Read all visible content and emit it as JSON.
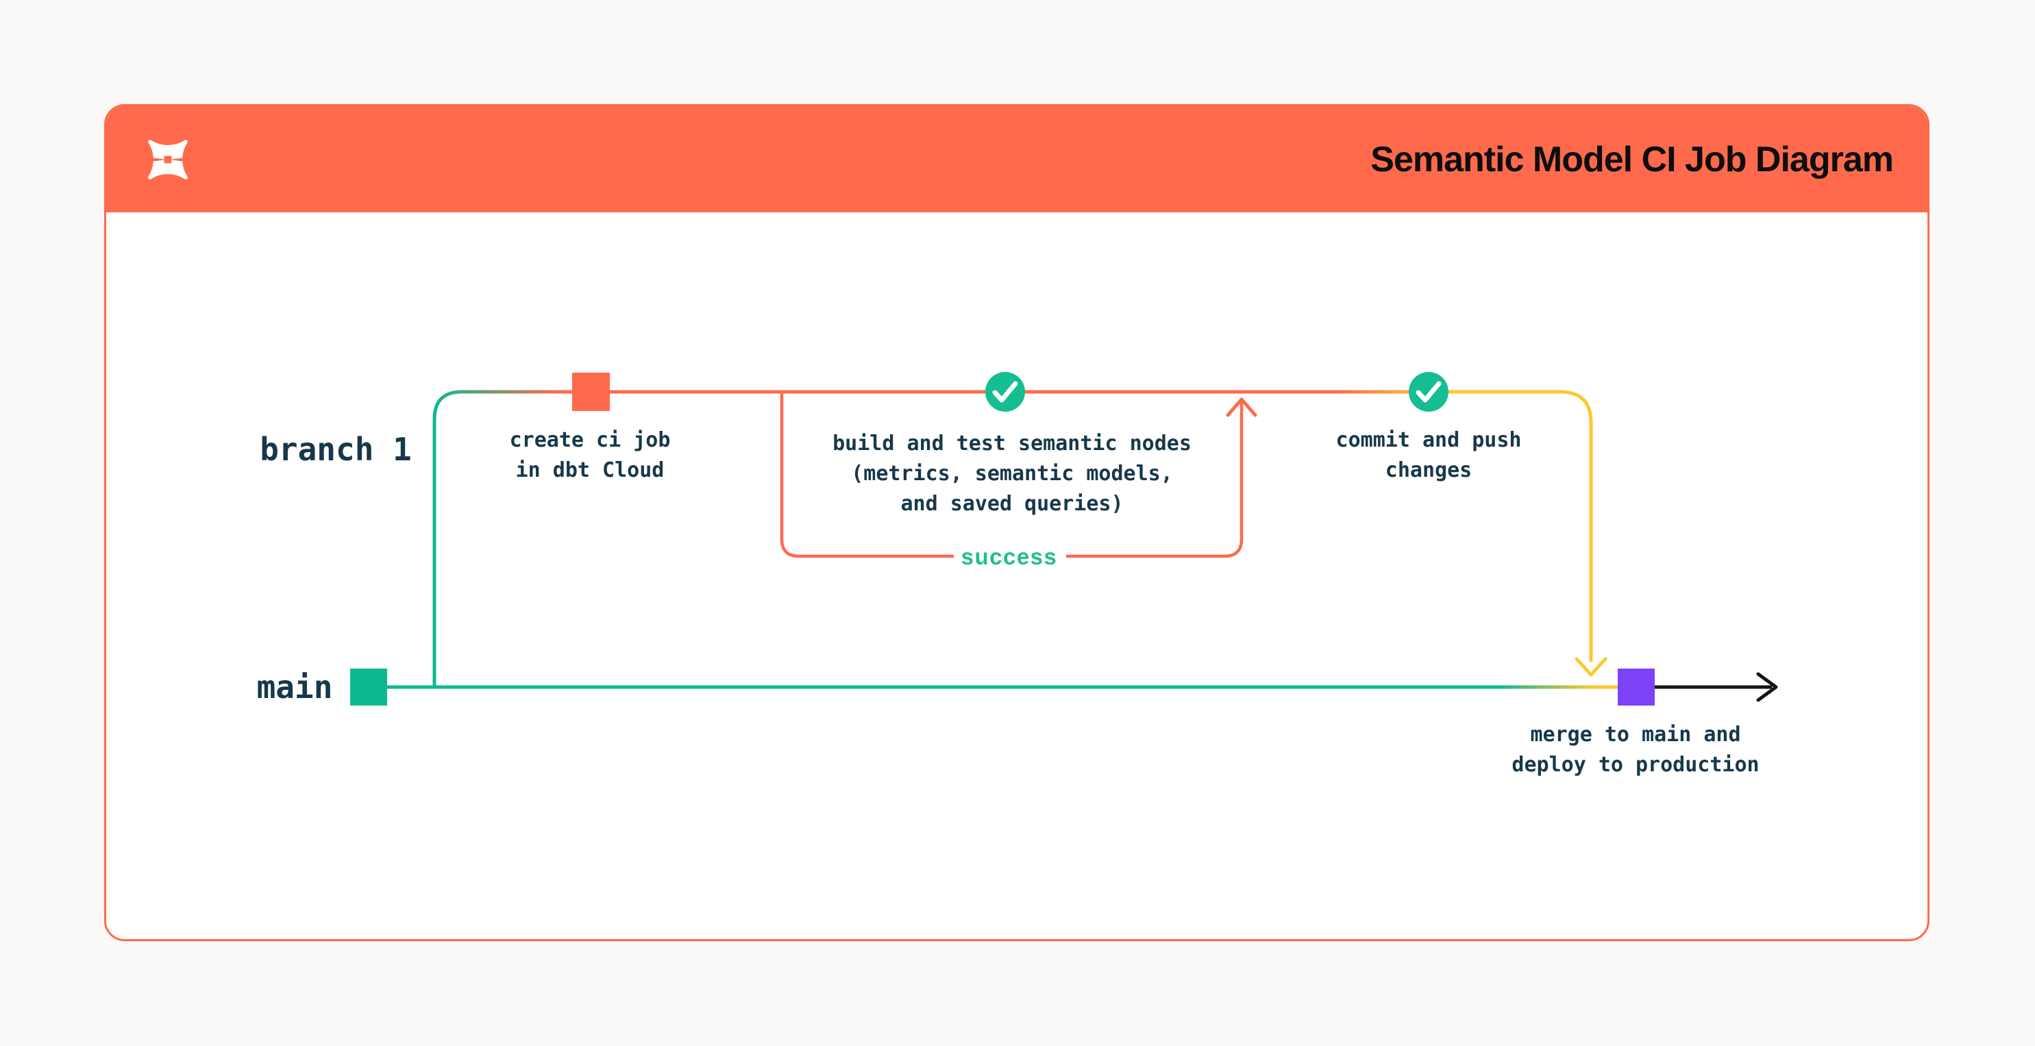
{
  "header": {
    "title": "Semantic Model CI Job Diagram",
    "logo": "dbt-logo",
    "background": "#FF6A4C"
  },
  "diagram": {
    "branch_label": "branch 1",
    "main_label": "main",
    "loop_label": "success",
    "nodes": [
      {
        "id": "create-ci-job",
        "marker": "orange-square",
        "label": "create ci job\nin dbt Cloud"
      },
      {
        "id": "build-and-test",
        "marker": "check-circle",
        "label": "build and test semantic nodes\n(metrics, semantic models,\nand saved queries)"
      },
      {
        "id": "commit-and-push",
        "marker": "check-circle",
        "label": "commit and push\nchanges"
      },
      {
        "id": "merge-deploy",
        "marker": "purple-square",
        "label": "merge to main and\ndeploy to production"
      }
    ],
    "colors": {
      "orange": "#FF6A4C",
      "green": "#0FB98F",
      "check_green": "#14BD92",
      "success_green": "#1FBE8F",
      "yellow": "#FFC72E",
      "purple": "#7B42F6",
      "text_ink": "#17384A",
      "title_ink": "#0D0D0D",
      "page_background": "#FAF9F7"
    }
  }
}
